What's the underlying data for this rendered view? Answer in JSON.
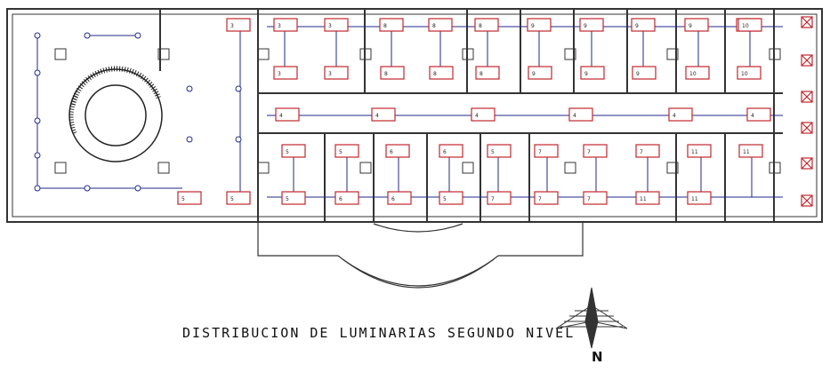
{
  "title": "DISTRIBUCION DE LUMINARIAS SEGUNDO NIVEL",
  "north_label": "N",
  "colors": {
    "wall": "#333333",
    "fixture": "#c1272d",
    "circuit": "#1f2a8a",
    "background": "#ffffff"
  },
  "fixture_labels": {
    "top_row": [
      "3",
      "3",
      "3",
      "8",
      "8",
      "8",
      "9",
      "9",
      "9",
      "9",
      "10",
      "10"
    ],
    "upper_row": [
      "3",
      "3",
      "8",
      "8",
      "8",
      "9",
      "9",
      "9",
      "10",
      "10"
    ],
    "corridor": [
      "4",
      "4",
      "4",
      "4",
      "4",
      "4"
    ],
    "lower_row": [
      "5",
      "5",
      "6",
      "6",
      "5",
      "7",
      "7",
      "7",
      "11",
      "11"
    ],
    "bottom_row": [
      "5",
      "5",
      "5",
      "6",
      "6",
      "5",
      "7",
      "7",
      "7",
      "11",
      "11"
    ]
  },
  "icons": [
    "north-arrow-icon",
    "spiral-stair-icon",
    "x-fixture-icon",
    "switch-icon"
  ]
}
